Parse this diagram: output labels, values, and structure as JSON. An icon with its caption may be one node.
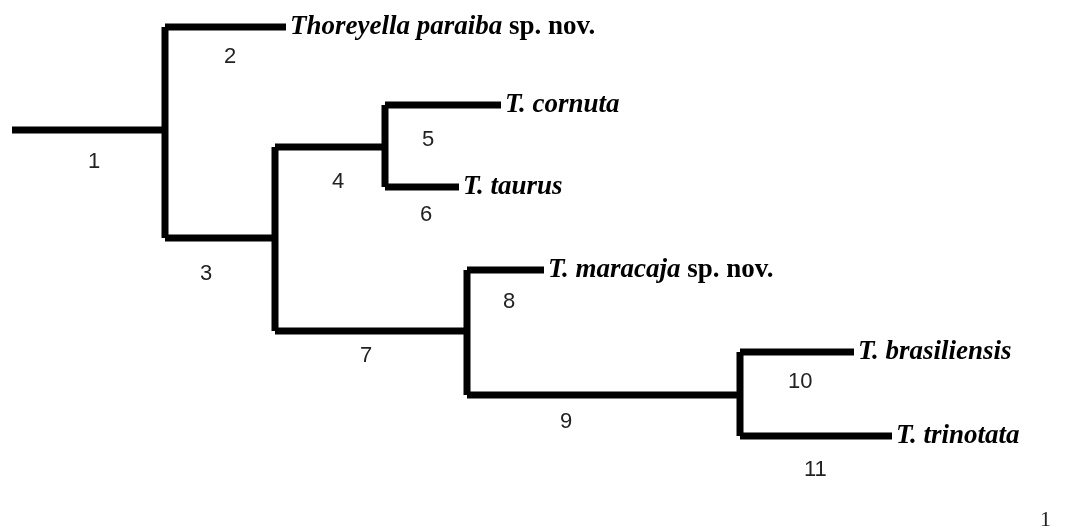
{
  "diagram": {
    "nodes": [
      {
        "text": [
          "*Thoreyella paraiba* sp. nov."
        ]
      },
      {
        "text": [
          "*T. cornuta*"
        ]
      },
      {
        "text": [
          "*T. taurus*"
        ]
      },
      {
        "text": [
          "*T. maracaja* sp. nov."
        ]
      },
      {
        "text": [
          "*T. brasiliensis*"
        ]
      },
      {
        "text": [
          "*T. trinotata*"
        ]
      }
    ],
    "edges": [
      {
        "from": null,
        "to": 0,
        "arrow": "none",
        "label": "2"
      },
      {
        "from": null,
        "to": 1,
        "arrow": "none",
        "label": "5"
      },
      {
        "from": null,
        "to": 2,
        "arrow": "none",
        "label": "6"
      },
      {
        "from": null,
        "to": 3,
        "arrow": "none",
        "label": "8"
      },
      {
        "from": null,
        "to": 4,
        "arrow": "none",
        "label": "10"
      },
      {
        "from": null,
        "to": 5,
        "arrow": "none",
        "label": "11"
      }
    ],
    "labels": [
      "1",
      "3",
      "4",
      "7",
      "9",
      "1"
    ]
  }
}
